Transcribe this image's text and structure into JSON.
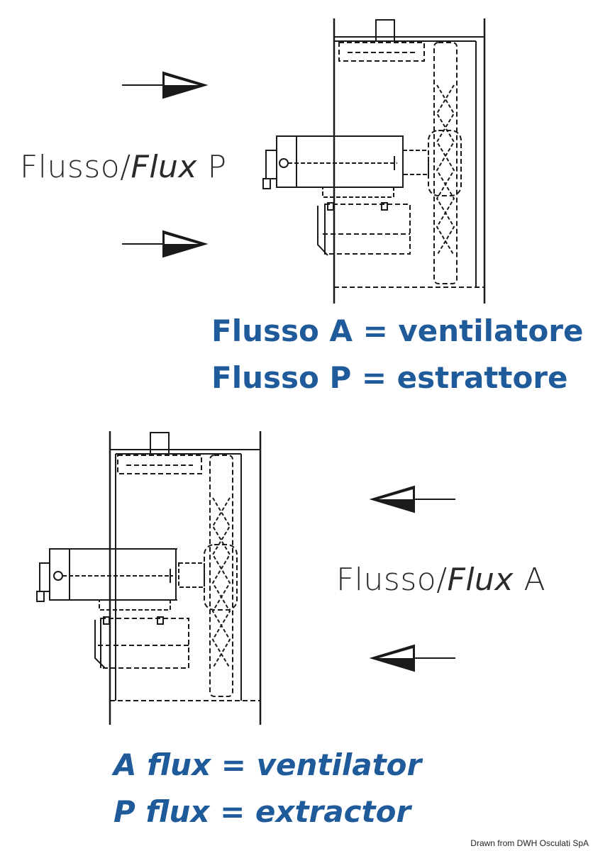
{
  "diagrams": [
    {
      "id": "top",
      "flow_label_main": "Flusso/",
      "flow_label_italic": "Flux",
      "flow_label_letter": "P",
      "arrow_direction": "right"
    },
    {
      "id": "bottom",
      "flow_label_main": "Flusso/",
      "flow_label_italic": "Flux",
      "flow_label_letter": "A",
      "arrow_direction": "left"
    }
  ],
  "captions_italian": [
    "Flusso A = ventilatore",
    "Flusso P = estrattore"
  ],
  "captions_english": [
    "A flux = ventilator",
    "P flux = extractor"
  ],
  "credit": "Drawn from DWH Osculati SpA",
  "colors": {
    "caption": "#1f5a9a",
    "line": "#1a1a1a"
  }
}
